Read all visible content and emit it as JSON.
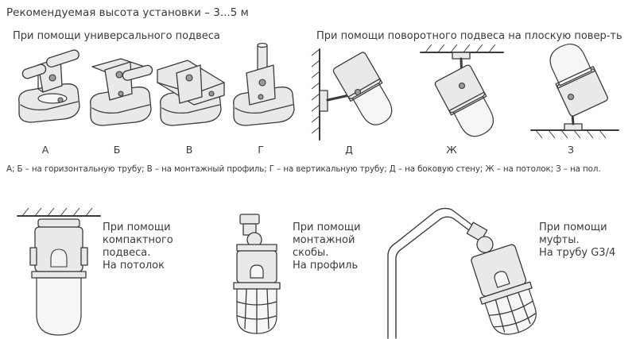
{
  "title": "Рекомендуемая высота установки – 3...5 м",
  "sections": {
    "universal": "При помощи универсального подвеса",
    "swivel": "При помощи поворотного подвеса на плоскую повер-ть"
  },
  "figure_letters": [
    "А",
    "Б",
    "В",
    "Г",
    "Д",
    "Ж",
    "З"
  ],
  "caption": "А; Б – на горизонтальную трубу; В – на монтажный профиль; Г – на вертикальную трубу; Д – на боковую стену; Ж – на потолок; З – на пол.",
  "mounts": [
    {
      "text": "При помощи\nкомпактного\nподвеса.\nНа потолок"
    },
    {
      "text": "При помощи\nмонтажной\nскобы.\nНа профиль"
    },
    {
      "text": "При помощи\nмуфты.\nНа трубу G3/4"
    }
  ]
}
